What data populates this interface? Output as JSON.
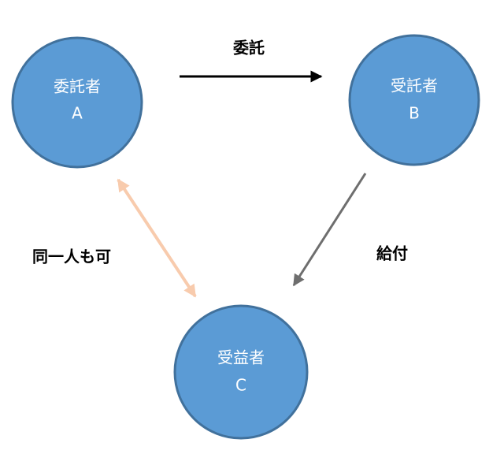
{
  "colors": {
    "node_fill": "#5B9BD5",
    "node_stroke": "#41719C",
    "node_text": "#FFFFFF",
    "arrow_consign": "#000000",
    "arrow_benefit": "#6E6E6E",
    "arrow_same_person": "#F8CBAD"
  },
  "nodes": {
    "settlor": {
      "role": "委託者",
      "letter": "A"
    },
    "trustee": {
      "role": "受託者",
      "letter": "B"
    },
    "beneficiary": {
      "role": "受益者",
      "letter": "C"
    }
  },
  "edges": {
    "consign": {
      "label": "委託",
      "from": "settlor",
      "to": "trustee"
    },
    "benefit": {
      "label": "給付",
      "from": "trustee",
      "to": "beneficiary"
    },
    "same_person": {
      "label": "同一人も可",
      "between": [
        "settlor",
        "beneficiary"
      ]
    }
  }
}
